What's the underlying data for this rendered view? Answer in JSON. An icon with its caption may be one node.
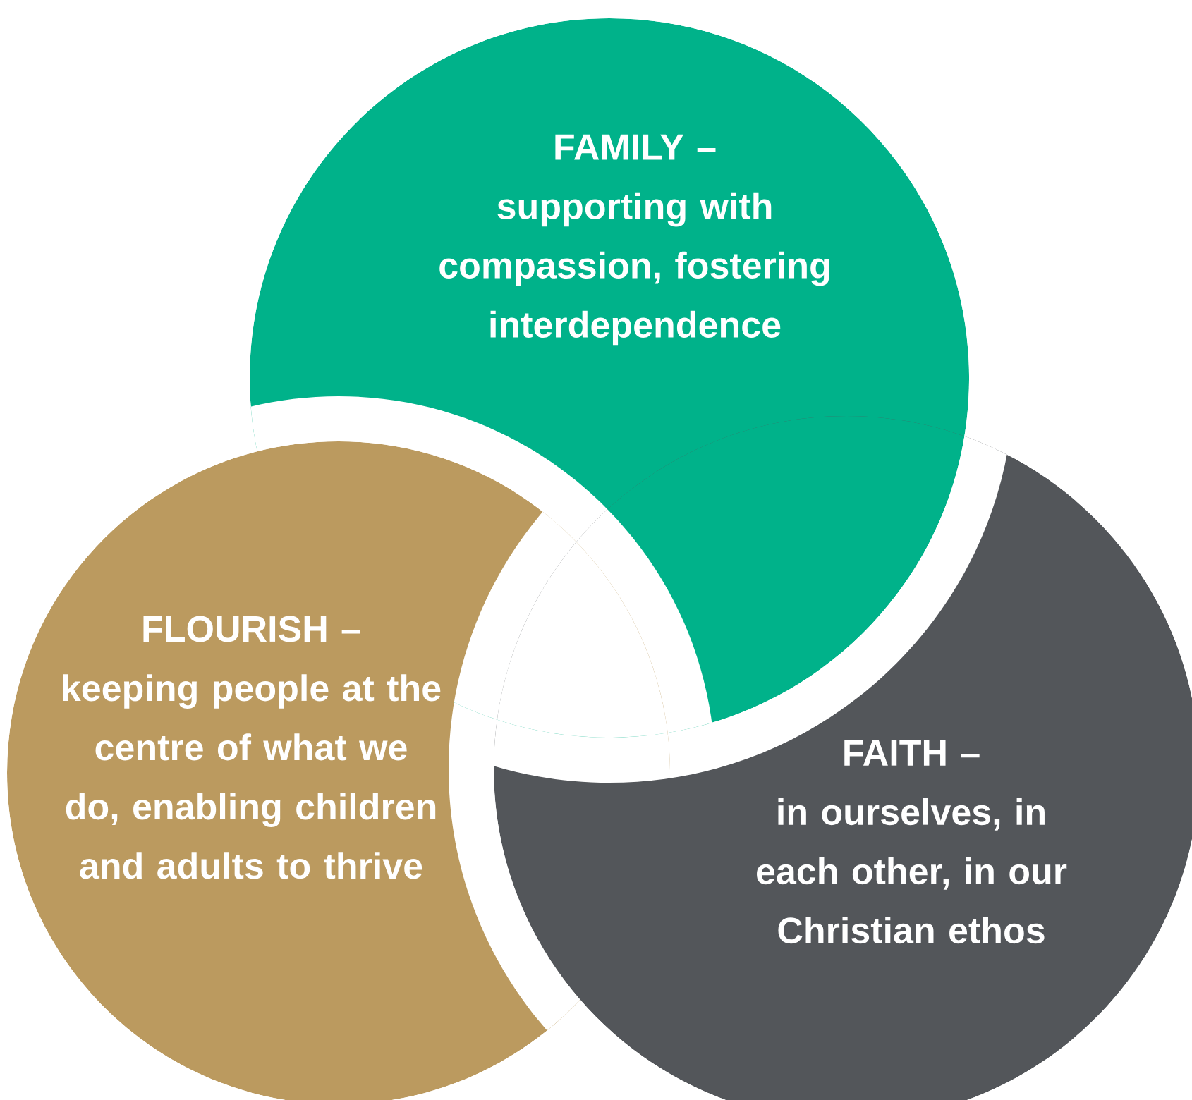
{
  "diagram": {
    "nodes": [
      {
        "text": [
          "FAMILY –",
          "supporting with compassion, fostering interdependence"
        ]
      },
      {
        "text": [
          "FLOURISH –",
          "keeping people at the centre of what we do, enabling children and adults to thrive"
        ]
      },
      {
        "text": [
          "FAITH –",
          "in ourselves, in each other, in our Christian ethos"
        ]
      }
    ]
  }
}
